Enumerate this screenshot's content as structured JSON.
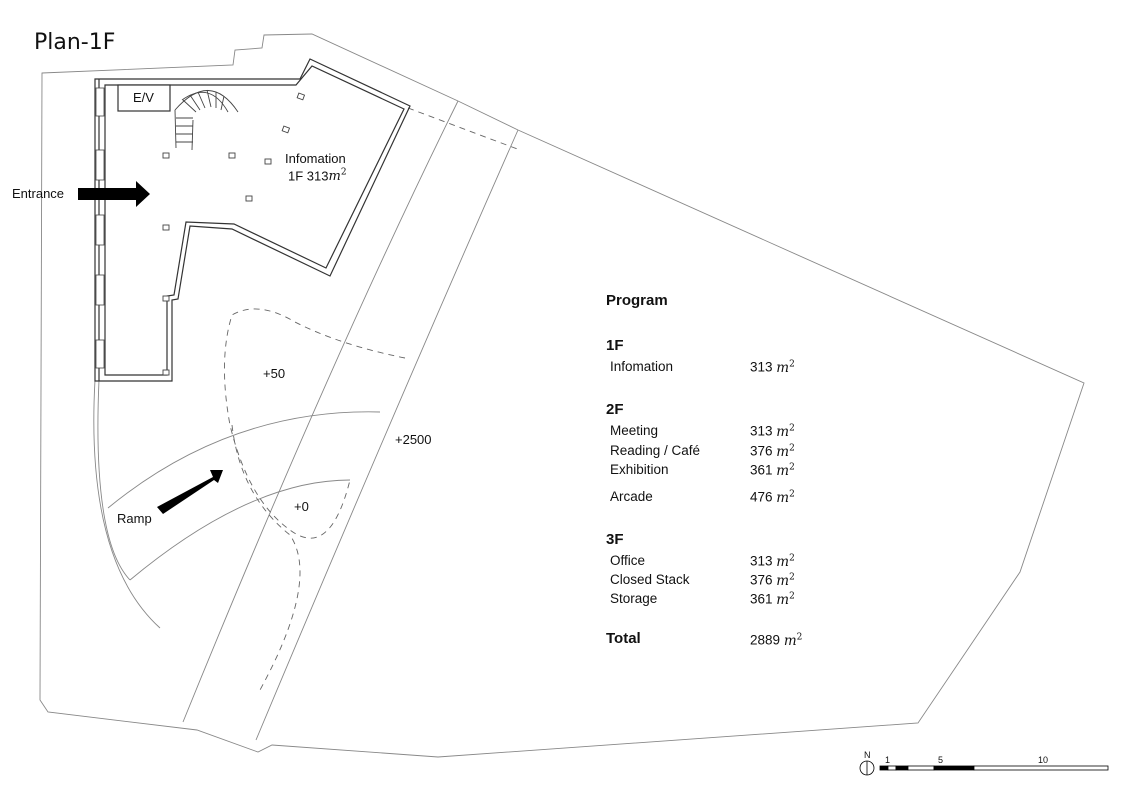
{
  "title": "Plan-1F",
  "labels": {
    "elevator": "E/V",
    "info_room": "Infomation",
    "info_area_prefix": "1F 313",
    "entrance": "Entrance",
    "ramp": "Ramp",
    "level_50": "+50",
    "level_2500": "+2500",
    "level_0": "+0"
  },
  "unit": {
    "base": "m",
    "exp": "2"
  },
  "program": {
    "heading": "Program",
    "floors": [
      {
        "name": "1F",
        "items": [
          {
            "label": "Infomation",
            "area": "313"
          }
        ]
      },
      {
        "name": "2F",
        "items": [
          {
            "label": "Meeting",
            "area": "313"
          },
          {
            "label": "Reading / Café",
            "area": "376"
          },
          {
            "label": "Exhibition",
            "area": "361"
          },
          {
            "label": "Arcade",
            "area": "476"
          }
        ]
      },
      {
        "name": "3F",
        "items": [
          {
            "label": "Office",
            "area": "313"
          },
          {
            "label": "Closed Stack",
            "area": "376"
          },
          {
            "label": "Storage",
            "area": "361"
          }
        ]
      }
    ],
    "total_label": "Total",
    "total_area": "2889"
  },
  "scale_bar": {
    "north": "N",
    "ticks": [
      "1",
      "5",
      "10"
    ]
  }
}
